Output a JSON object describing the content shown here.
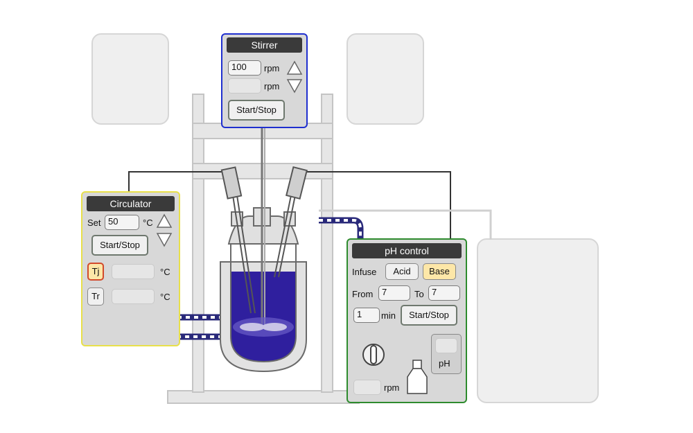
{
  "stirrer": {
    "title": "Stirrer",
    "setpoint_value": "100",
    "setpoint_unit": "rpm",
    "actual_value": "",
    "actual_unit": "rpm",
    "start_stop_label": "Start/Stop"
  },
  "circulator": {
    "title": "Circulator",
    "set_label": "Set",
    "set_value": "50",
    "set_unit": "°C",
    "start_stop_label": "Start/Stop",
    "tj_label": "Tj",
    "tj_value": "",
    "tj_unit": "°C",
    "tr_label": "Tr",
    "tr_value": "",
    "tr_unit": "°C"
  },
  "ph_control": {
    "title": "pH control",
    "infuse_label": "Infuse",
    "acid_label": "Acid",
    "base_label": "Base",
    "from_label": "From",
    "from_value": "7",
    "to_label": "To",
    "to_value": "7",
    "duration_value": "1",
    "duration_unit": "min",
    "start_stop_label": "Start/Stop",
    "ph_label": "pH",
    "ph_value": "",
    "pump_rpm_value": "",
    "pump_rpm_unit": "rpm"
  },
  "colors": {
    "stirrer_border": "#1f2fcf",
    "circulator_border": "#e8e04a",
    "ph_border": "#2e8b2e",
    "liquid": "#2f1f9e",
    "frame": "#dcdcdc"
  }
}
